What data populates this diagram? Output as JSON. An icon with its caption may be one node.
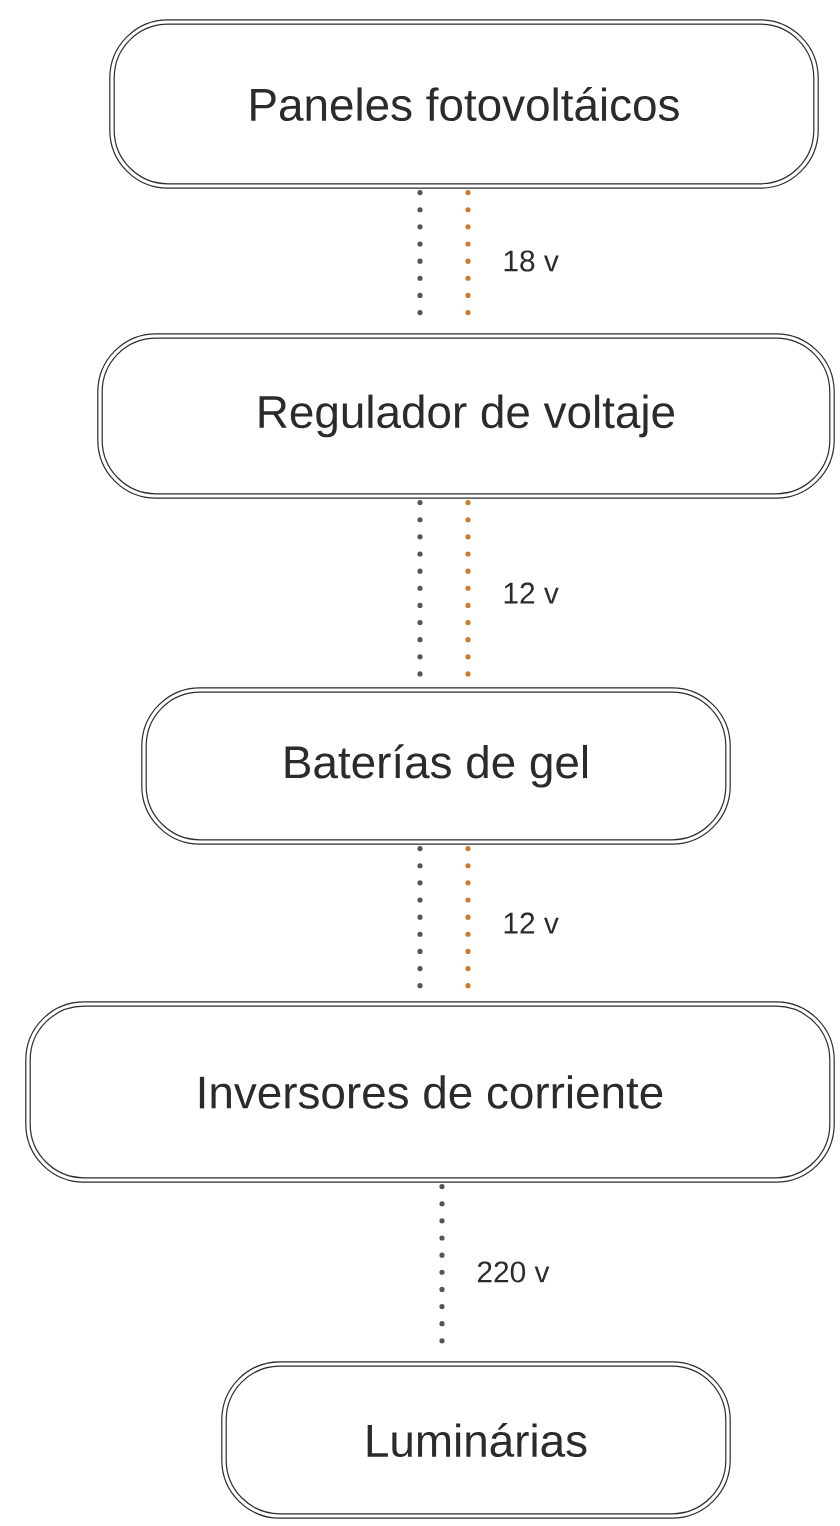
{
  "diagram": {
    "nodes": [
      {
        "text": [
          "Paneles fotovoltáicos"
        ]
      },
      {
        "text": [
          "Regulador de voltaje"
        ]
      },
      {
        "text": [
          "Baterías de gel"
        ]
      },
      {
        "text": [
          "Inversores de corriente"
        ]
      },
      {
        "text": [
          "Luminárias"
        ]
      }
    ],
    "edges": [
      {
        "from": 0,
        "to": 1,
        "arrow": "none"
      },
      {
        "from": 0,
        "to": 1,
        "arrow": "none",
        "color": "#cc7a2e",
        "label": "18 v"
      },
      {
        "from": 1,
        "to": 2,
        "arrow": "none"
      },
      {
        "from": 1,
        "to": 2,
        "arrow": "none",
        "color": "#cc7a2e",
        "label": "12 v"
      },
      {
        "from": 2,
        "to": 3,
        "arrow": "none"
      },
      {
        "from": 2,
        "to": 3,
        "arrow": "none",
        "color": "#cc7a2e",
        "label": "12 v"
      },
      {
        "from": 3,
        "to": 4,
        "arrow": "none",
        "label": "220 v"
      }
    ]
  }
}
